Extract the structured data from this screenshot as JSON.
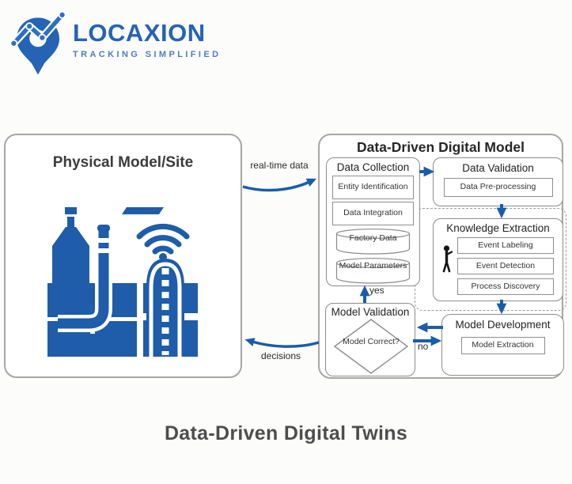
{
  "logo": {
    "name": "LOCAXION",
    "tagline": "TRACKING SIMPLIFIED"
  },
  "physical_panel": {
    "title": "Physical Model/Site"
  },
  "flow_labels": {
    "realtime": "real-time data",
    "decisions": "decisions",
    "yes": "yes",
    "no": "no"
  },
  "digital_model": {
    "title": "Data-Driven Digital Model",
    "data_collection": {
      "title": "Data Collection",
      "steps": [
        "Entity Identification",
        "Data Integration"
      ],
      "datastores": [
        "Factory Data",
        "Model Parameters"
      ]
    },
    "data_validation": {
      "title": "Data Validation",
      "steps": [
        "Data Pre-processing"
      ]
    },
    "knowledge_extraction": {
      "title": "Knowledge Extraction",
      "steps": [
        "Event Labeling",
        "Event Detection",
        "Process Discovery"
      ]
    },
    "model_validation": {
      "title": "Model Validation",
      "decision": "Model Correct?"
    },
    "model_development": {
      "title": "Model Development",
      "steps": [
        "Model Extraction"
      ]
    }
  },
  "caption": "Data-Driven Digital Twins",
  "colors": {
    "accent_blue": "#1a5cab",
    "icon_blue": "#1f5ca9",
    "logo_blue": "#2563b5",
    "box_border": "#8c8c8c",
    "panel_border": "#a6a6a6",
    "caption_gray": "#4d4d4d"
  }
}
